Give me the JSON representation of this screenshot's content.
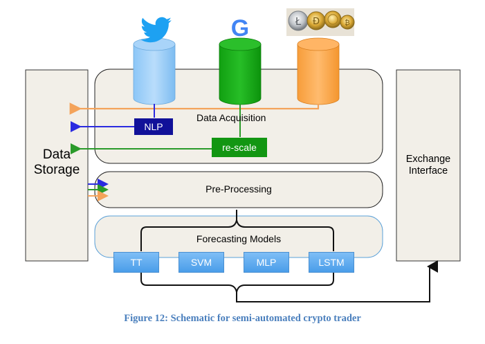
{
  "diagram": {
    "left_panel": {
      "label_line1": "Data",
      "label_line2": "Storage"
    },
    "right_panel": {
      "label_line1": "Exchange",
      "label_line2": "Interface"
    },
    "acquisition": {
      "label": "Data Acquisition",
      "nlp": "NLP",
      "rescale": "re-scale"
    },
    "preprocessing": {
      "label": "Pre-Processing"
    },
    "forecasting": {
      "label": "Forecasting Models",
      "models": [
        "TT",
        "SVM",
        "MLP",
        "LSTM"
      ]
    },
    "sources": {
      "google_letter": "G",
      "icons": [
        "twitter-bird-icon",
        "google-g-icon",
        "coins-icon"
      ]
    },
    "colors": {
      "twitter_path": "#2a2ae0",
      "google_path": "#2a9a2a",
      "coins_path": "#f4a35a",
      "nlp_box": "#111199",
      "rescale_box": "#129612",
      "model_button": "#5aa9ef",
      "caption": "#4a7fbd"
    }
  },
  "caption": "Figure 12: Schematic for semi-automated crypto trader"
}
